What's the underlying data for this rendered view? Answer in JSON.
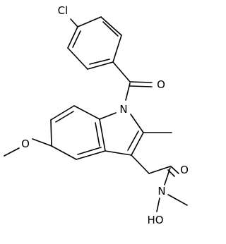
{
  "structure": {
    "atoms": {
      "chlorine": "Cl",
      "carbonyl_oxygen": "O",
      "indole_nitrogen": "N",
      "methoxy_oxygen": "O",
      "amide_oxygen": "O",
      "amide_nitrogen": "N",
      "hydroxyl": "HO"
    },
    "bond_color": "#000000",
    "background_color": "#ffffff"
  }
}
